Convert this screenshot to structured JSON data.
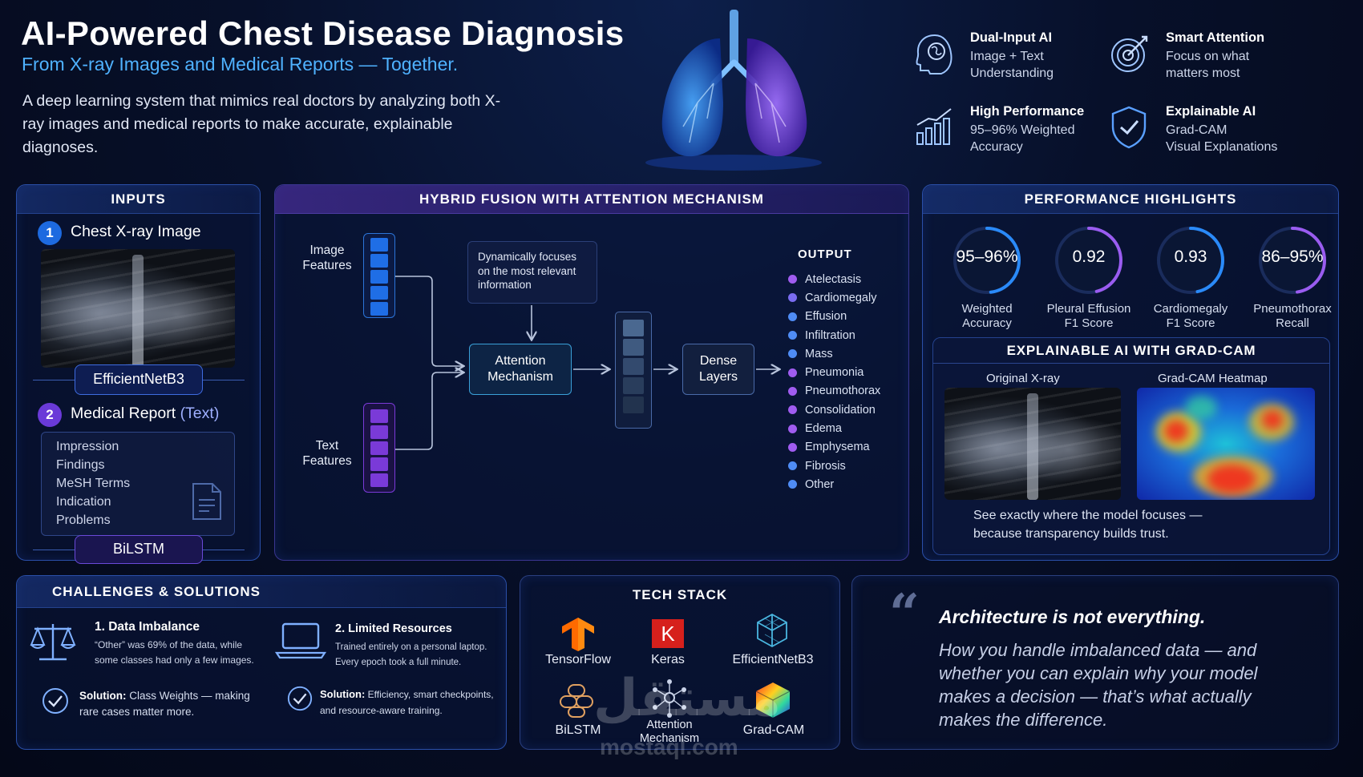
{
  "header": {
    "title": "AI-Powered Chest Disease Diagnosis",
    "subtitle": "From X-ray Images and Medical Reports — Together.",
    "description": "A deep learning system that mimics real doctors by analyzing both X-ray images and medical reports to make accurate, explainable diagnoses."
  },
  "features": [
    {
      "title": "Dual-Input AI",
      "line1": "Image + Text",
      "line2": "Understanding",
      "icon": "brain-head-icon"
    },
    {
      "title": "Smart Attention",
      "line1": "Focus on what",
      "line2": "matters most",
      "icon": "target-icon"
    },
    {
      "title": "High Performance",
      "line1": "95–96% Weighted",
      "line2": "Accuracy",
      "icon": "bar-chart-icon"
    },
    {
      "title": "Explainable AI",
      "line1": "Grad-CAM",
      "line2": "Visual Explanations",
      "icon": "shield-check-icon"
    }
  ],
  "inputs": {
    "heading": "INPUTS",
    "image": {
      "number": "1",
      "label": "Chest X-ray Image",
      "model": "EfficientNetB3"
    },
    "report": {
      "number": "2",
      "label": "Medical Report",
      "label_suffix": "(Text)",
      "model": "BiLSTM",
      "fields": [
        "Impression",
        "Findings",
        "MeSH Terms",
        "Indication",
        "Problems"
      ]
    }
  },
  "fusion": {
    "heading": "HYBRID FUSION WITH ATTENTION MECHANISM",
    "image_features": "Image Features",
    "text_features": "Text Features",
    "note": "Dynamically focuses on the most relevant information",
    "attention": "Attention Mechanism",
    "dense": "Dense Layers",
    "output_heading": "OUTPUT",
    "outputs": [
      {
        "label": "Atelectasis",
        "color": "#a05cf0"
      },
      {
        "label": "Cardiomegaly",
        "color": "#7a6cf0"
      },
      {
        "label": "Effusion",
        "color": "#4f8cf5"
      },
      {
        "label": "Infiltration",
        "color": "#4f8cf5"
      },
      {
        "label": "Mass",
        "color": "#4f8cf5"
      },
      {
        "label": "Pneumonia",
        "color": "#a05cf0"
      },
      {
        "label": "Pneumothorax",
        "color": "#a05cf0"
      },
      {
        "label": "Consolidation",
        "color": "#a05cf0"
      },
      {
        "label": "Edema",
        "color": "#a05cf0"
      },
      {
        "label": "Emphysema",
        "color": "#a05cf0"
      },
      {
        "label": "Fibrosis",
        "color": "#4f8cf5"
      },
      {
        "label": "Other",
        "color": "#4f8cf5"
      }
    ]
  },
  "performance": {
    "heading": "PERFORMANCE HIGHLIGHTS",
    "metrics": [
      {
        "value": "95–96%",
        "label1": "Weighted",
        "label2": "Accuracy",
        "fraction": 0.96
      },
      {
        "value": "0.92",
        "label1": "Pleural Effusion",
        "label2": "F1 Score",
        "fraction": 0.92
      },
      {
        "value": "0.93",
        "label1": "Cardiomegaly",
        "label2": "F1 Score",
        "fraction": 0.93
      },
      {
        "value": "86–95%",
        "label1": "Pneumothorax",
        "label2": "Recall",
        "fraction": 0.95
      }
    ]
  },
  "gradcam": {
    "heading": "EXPLAINABLE AI WITH GRAD-CAM",
    "original_label": "Original X-ray",
    "heatmap_label": "Grad-CAM Heatmap",
    "caption1": "See exactly where the model focuses —",
    "caption2": "because transparency builds trust."
  },
  "challenges": {
    "heading": "CHALLENGES & SOLUTIONS",
    "items": [
      {
        "title": "1. Data Imbalance",
        "desc1": "“Other” was 69% of the data, while",
        "desc2": "some classes had only a few images.",
        "solution_label": "Solution:",
        "solution1": "Class Weights — making",
        "solution2": "rare cases matter more."
      },
      {
        "title": "2. Limited Resources",
        "desc1": "Trained entirely on a personal laptop.",
        "desc2": "Every epoch took a full minute.",
        "solution_label": "Solution:",
        "solution1": "Efficiency, smart checkpoints,",
        "solution2": "and resource-aware training."
      }
    ]
  },
  "tech_stack": {
    "heading": "TECH STACK",
    "items": [
      {
        "label": "TensorFlow",
        "icon": "tensorflow-icon"
      },
      {
        "label": "Keras",
        "icon": "keras-icon",
        "glyph": "K"
      },
      {
        "label": "EfficientNetB3",
        "icon": "cube-network-icon"
      },
      {
        "label": "BiLSTM",
        "icon": "lstm-icon"
      },
      {
        "label": "Attention Mechanism",
        "line1": "Attention",
        "line2": "Mechanism",
        "icon": "attention-network-icon"
      },
      {
        "label": "Grad-CAM",
        "icon": "gradcam-cube-icon"
      }
    ]
  },
  "quote": {
    "mark": "“",
    "headline": "Architecture is not everything.",
    "line1": "How you handle imbalanced data — and",
    "line2": "whether you can explain why your model",
    "line3": "makes a decision — that’s what actually",
    "line4": "makes the difference."
  },
  "watermark": {
    "arabic": "مستقل",
    "latin": "mostaql.com"
  }
}
